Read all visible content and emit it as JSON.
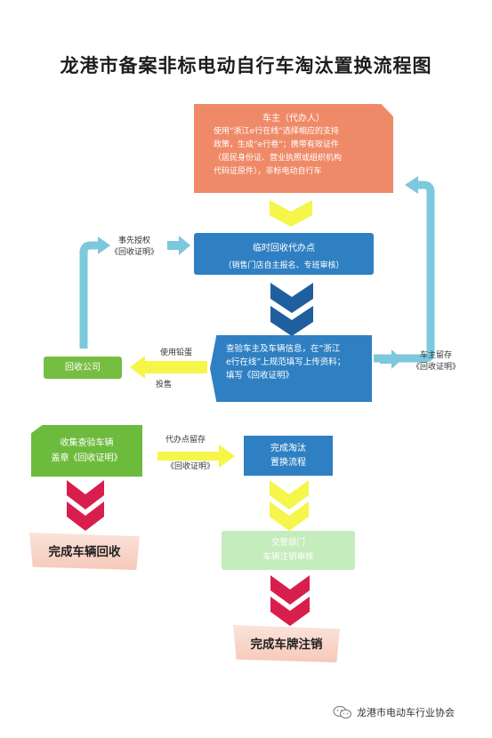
{
  "title": "龙港市备案非标电动自行车淘汰置换流程图",
  "owner_box": {
    "title": "车主（代办人）",
    "lines": [
      "使用“浙江e行在线”选择相应的支持",
      "政策，生成“e行卷”；携带有效证件",
      "（居民身份证、营业执照或组织机构",
      "代码证原件），非标电动自行车"
    ]
  },
  "collect_box": {
    "title": "临时回收代办点",
    "subtitle": "（销售门店自主报名、专班审核）"
  },
  "inspect_box": {
    "lines": [
      "查验车主及车辆信息，在“浙江",
      "e行在线”上规范填写上传资料；",
      "填写《回收证明》"
    ]
  },
  "recycle_company": "回收公司",
  "collect_stamp": {
    "line1": "收集查验车辆",
    "line2": "盖章《回收证明》"
  },
  "finish_replace": {
    "line1": "完成淘汰",
    "line2": "置换流程"
  },
  "traffic_dept": {
    "line1": "交警部门",
    "line2": "车辆注销审核"
  },
  "banners": {
    "vehicle_recycled": "完成车辆回收",
    "plate_cancelled": "完成车牌注销"
  },
  "labels": {
    "prior_auth": "事先授权",
    "cert": "《回收证明》",
    "owner_keep": "车主留存",
    "use_destroy": "使用铅蛋",
    "sell": "投售",
    "agent_keep": "代办点留存",
    "cert_short": "《回收证明》"
  },
  "footer": "龙港市电动车行业协会",
  "colors": {
    "orange": "#ef8a68",
    "blue": "#2f80c2",
    "green": "#6dbb3c",
    "yellow_arrow": "#f5f54a",
    "light_blue_arrow": "#7cc8dc",
    "red_chevron": "#d81e4d",
    "dark_blue_chevron": "#1f5f9e"
  }
}
